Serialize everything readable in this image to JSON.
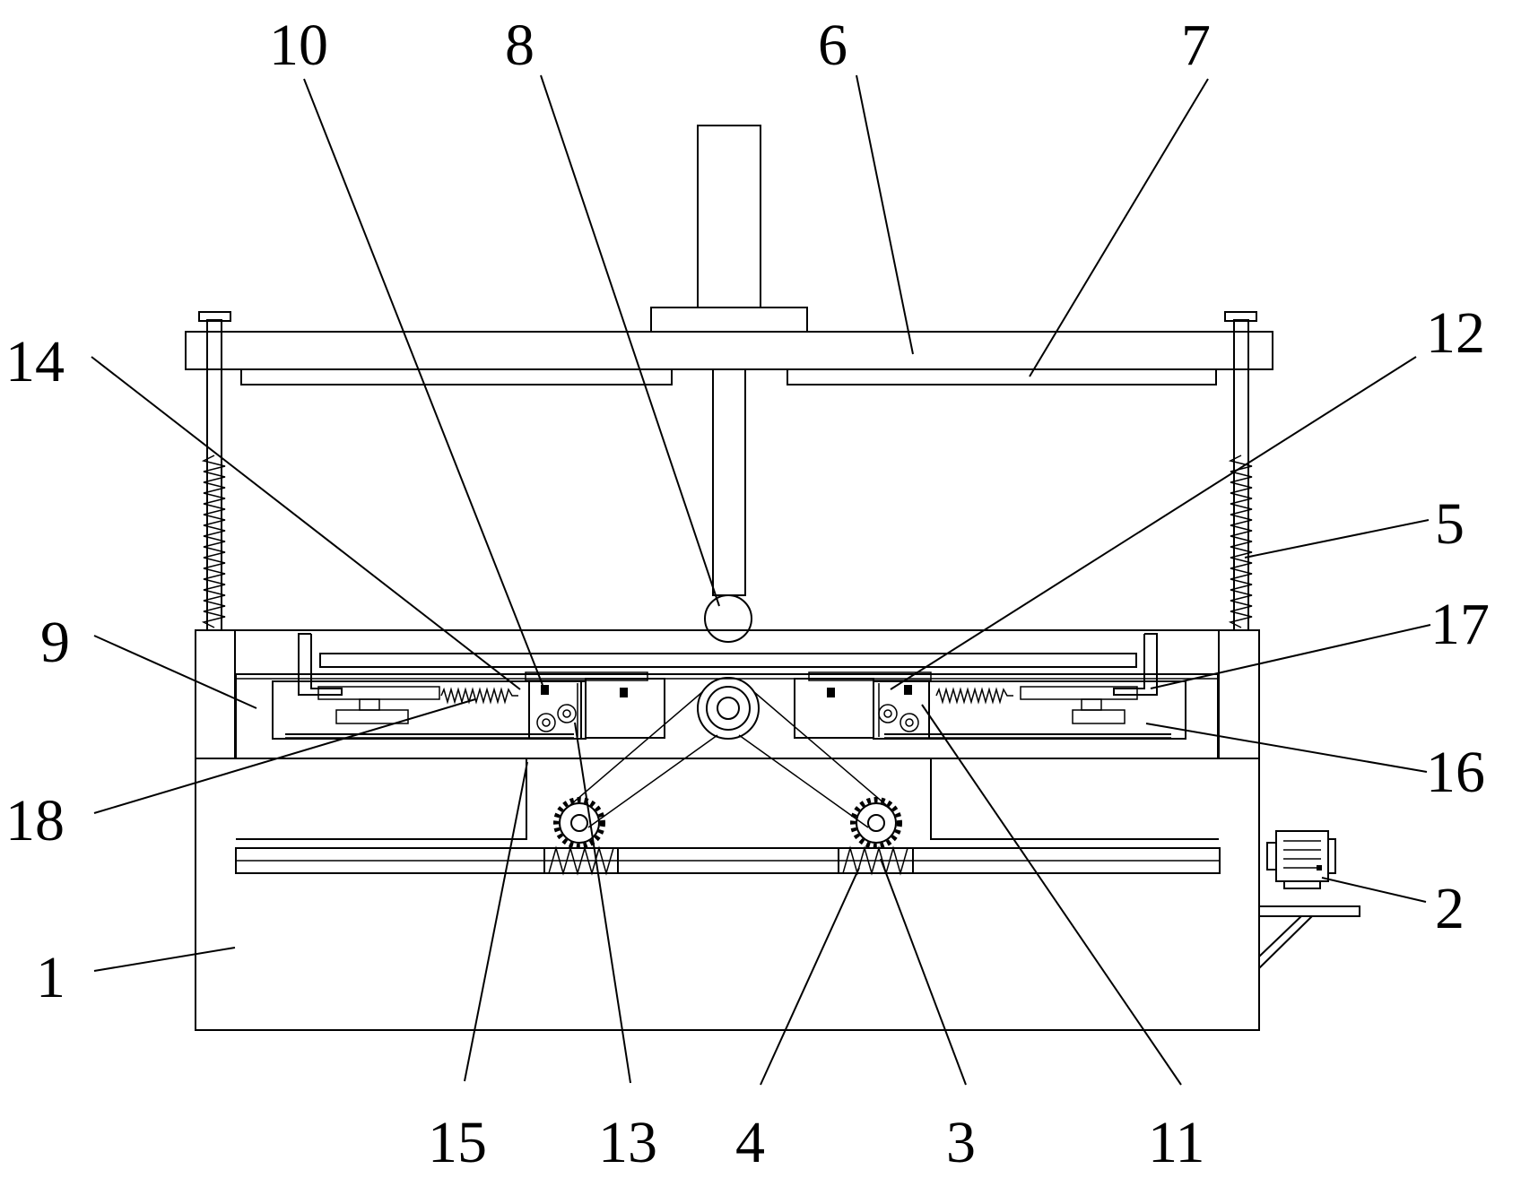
{
  "figure": {
    "labels": [
      {
        "id": "label-1",
        "text": "1"
      },
      {
        "id": "label-2",
        "text": "2"
      },
      {
        "id": "label-3",
        "text": "3"
      },
      {
        "id": "label-4",
        "text": "4"
      },
      {
        "id": "label-5",
        "text": "5"
      },
      {
        "id": "label-6",
        "text": "6"
      },
      {
        "id": "label-7",
        "text": "7"
      },
      {
        "id": "label-8",
        "text": "8"
      },
      {
        "id": "label-9",
        "text": "9"
      },
      {
        "id": "label-10",
        "text": "10"
      },
      {
        "id": "label-11",
        "text": "11"
      },
      {
        "id": "label-12",
        "text": "12"
      },
      {
        "id": "label-13",
        "text": "13"
      },
      {
        "id": "label-14",
        "text": "14"
      },
      {
        "id": "label-15",
        "text": "15"
      },
      {
        "id": "label-16",
        "text": "16"
      },
      {
        "id": "label-17",
        "text": "17"
      },
      {
        "id": "label-18",
        "text": "18"
      }
    ]
  }
}
